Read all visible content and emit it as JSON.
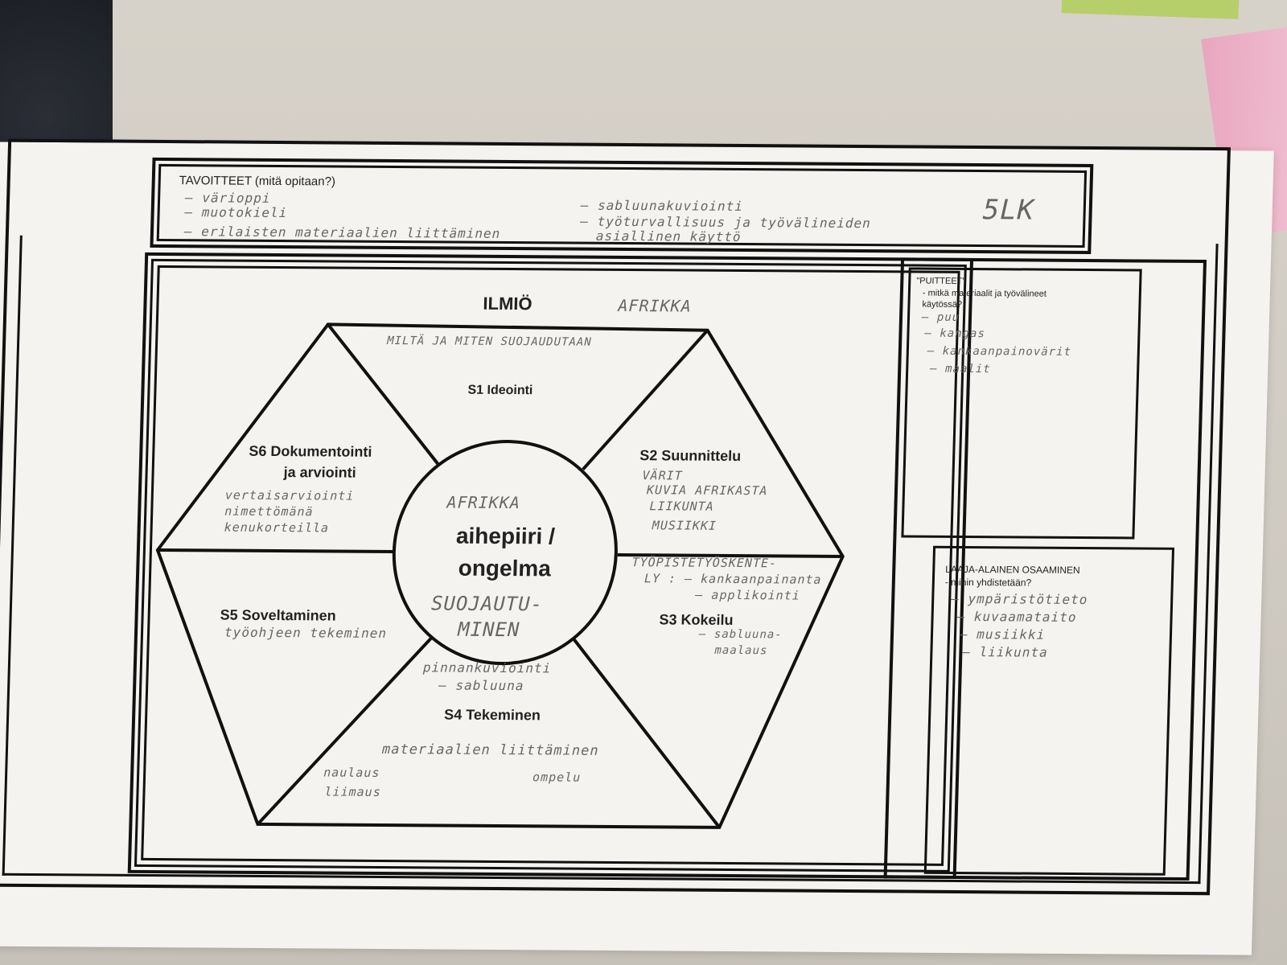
{
  "goals": {
    "title": "TAVOITTEET (mitä opitaan?)",
    "left_items": [
      "– värioppi",
      "– muotokieli",
      "– erilaisten materiaalien liittäminen"
    ],
    "right_items": [
      "– sabluunakuviointi",
      "– työturvallisuus ja työvälineiden",
      "asiallinen käyttö"
    ],
    "grade": "5LK"
  },
  "phenomenon": {
    "label": "ILMIÖ",
    "value": "AFRIKKA"
  },
  "center": {
    "handwritten_top": "AFRIKKA",
    "title_line1": "aihepiiri /",
    "title_line2": "ongelma",
    "handwritten_bottom_line1": "SUOJAUTU-",
    "handwritten_bottom_line2": "MINEN"
  },
  "segments": {
    "s1": {
      "title": "S1 Ideointi",
      "notes": [
        "MILTÄ JA MITEN SUOJAUDUTAAN"
      ]
    },
    "s2": {
      "title": "S2 Suunnittelu",
      "notes": [
        "VÄRIT",
        "KUVIA AFRIKASTA",
        "LIIKUNTA",
        "MUSIIKKI"
      ]
    },
    "s3": {
      "title": "S3 Kokeilu",
      "notes": [
        "TYÖPISTETYÖSKENTE-",
        "LY : – kankaanpainanta",
        "– applikointi",
        "– sabluuna-",
        "maalaus"
      ]
    },
    "s4": {
      "title": "S4 Tekeminen",
      "notes": [
        "pinnankuviointi",
        "– sabluuna",
        "materiaalien liittäminen",
        "naulaus",
        "liimaus",
        "ompelu"
      ]
    },
    "s5": {
      "title": "S5 Soveltaminen",
      "notes": [
        "työohjeen tekeminen"
      ]
    },
    "s6": {
      "title_line1": "S6 Dokumentointi",
      "title_line2": "ja arviointi",
      "notes": [
        "vertaisarviointi",
        "nimettömänä",
        "kenukorteilla"
      ]
    }
  },
  "frames": {
    "title": "\"PUITTEET\"",
    "subtitle_line1": "- mitkä materiaalit ja työvälineet",
    "subtitle_line2": "käytössä?",
    "items": [
      "– puu",
      "– kangas",
      "– kankaanpainovärit",
      "– maalit"
    ]
  },
  "competence": {
    "title": "LAAJA-ALAINEN OSAAMINEN",
    "subtitle": "- mihin yhdistetään?",
    "items": [
      "– ympäristötieto",
      "– kuvaamataito",
      "– musiikki",
      "– liikunta"
    ]
  }
}
